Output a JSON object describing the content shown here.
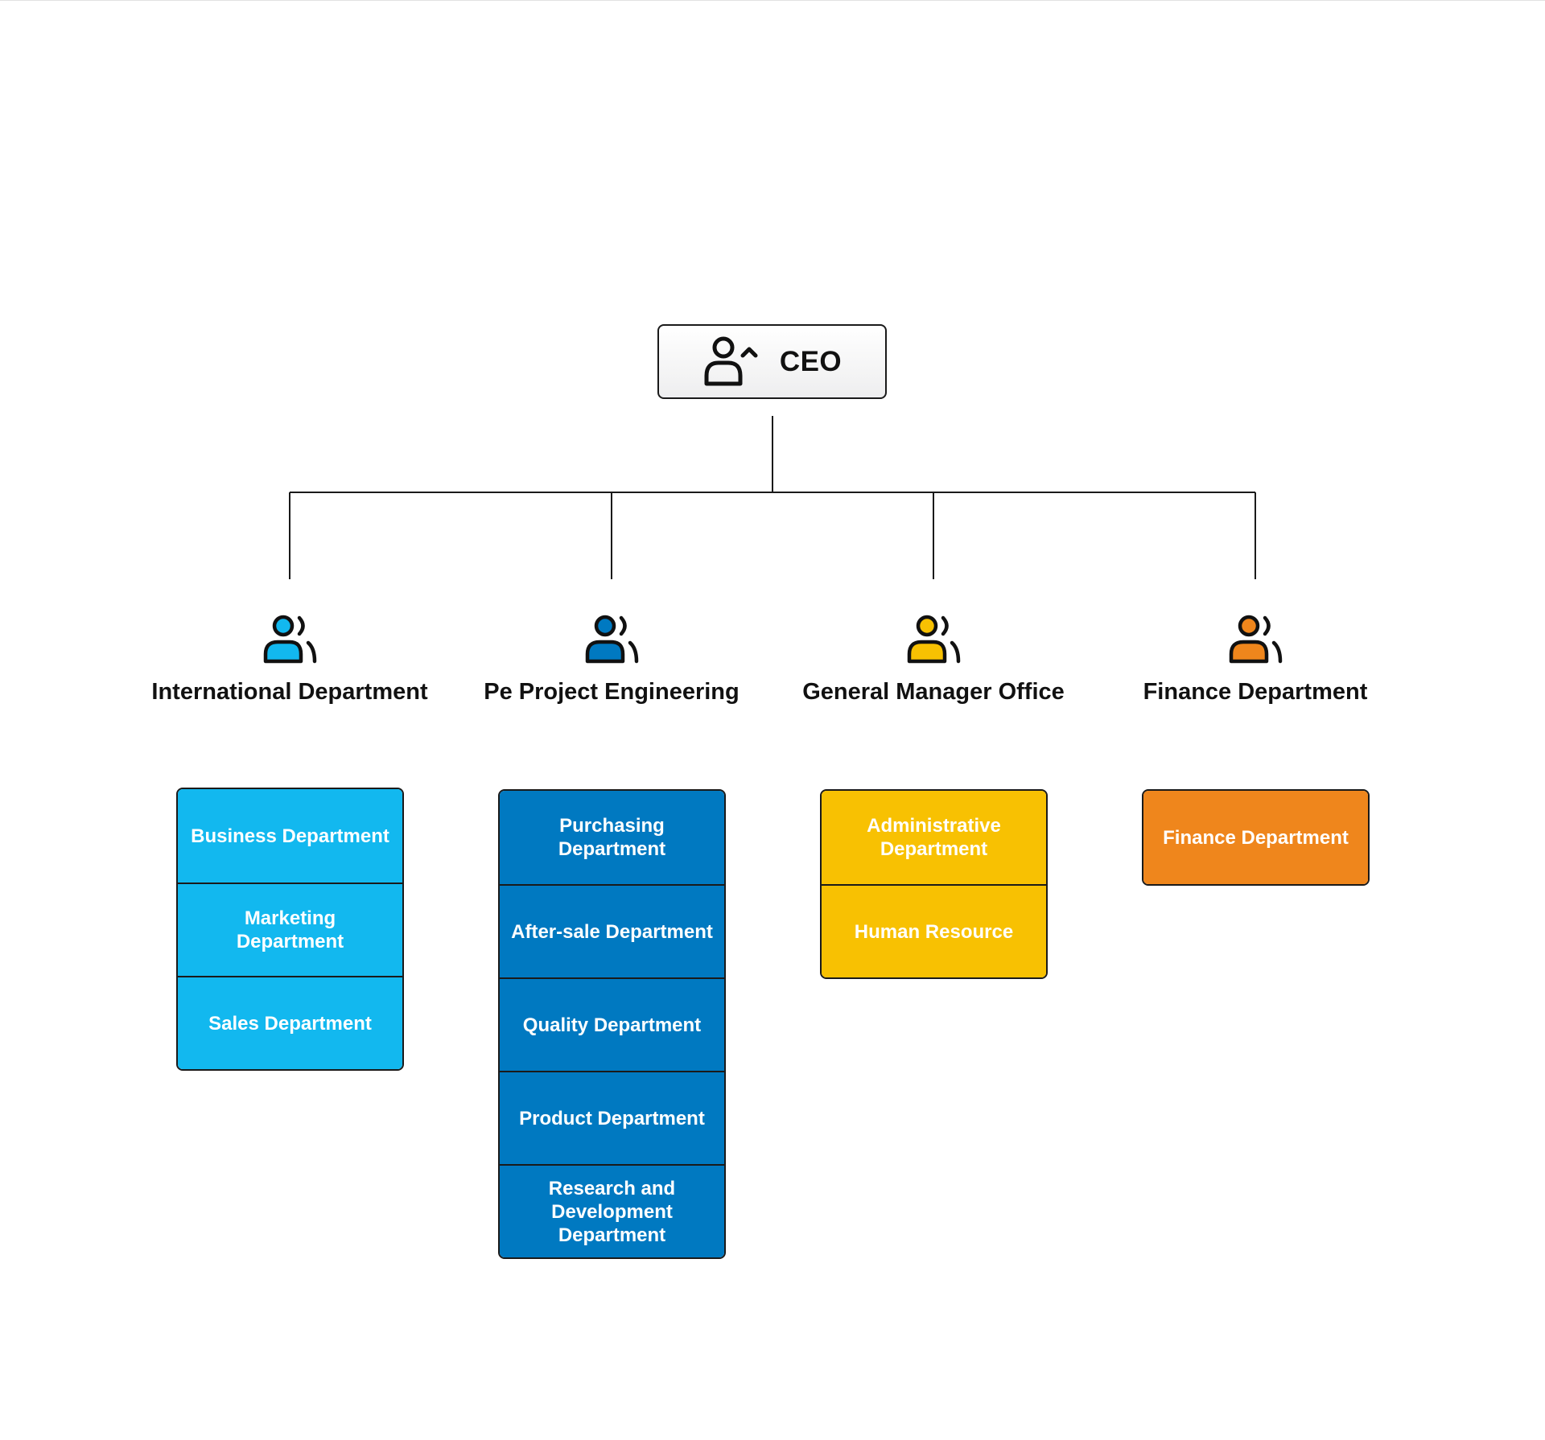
{
  "ceo": {
    "title": "CEO",
    "icon": "user-manager-icon"
  },
  "colors": {
    "international": "#12b8ef",
    "engineering": "#0079c1",
    "general_manager": "#f8c102",
    "finance": "#ef861c",
    "line": "#1a1a1a"
  },
  "departments": [
    {
      "key": "international",
      "title": "International Department",
      "icon": "user-group-icon",
      "units": [
        "Business Department",
        "Marketing Department",
        "Sales Department"
      ]
    },
    {
      "key": "engineering",
      "title": "Pe Project Engineering",
      "icon": "user-group-icon",
      "units": [
        "Purchasing Department",
        "After-sale Department",
        "Quality Department",
        "Product Department",
        "Research and Development Department"
      ]
    },
    {
      "key": "general_manager",
      "title": "General Manager Office",
      "icon": "user-group-icon",
      "units": [
        "Administrative Department",
        "Human Resource"
      ]
    },
    {
      "key": "finance",
      "title": "Finance Department",
      "icon": "user-group-icon",
      "units": [
        "Finance Department"
      ]
    }
  ]
}
